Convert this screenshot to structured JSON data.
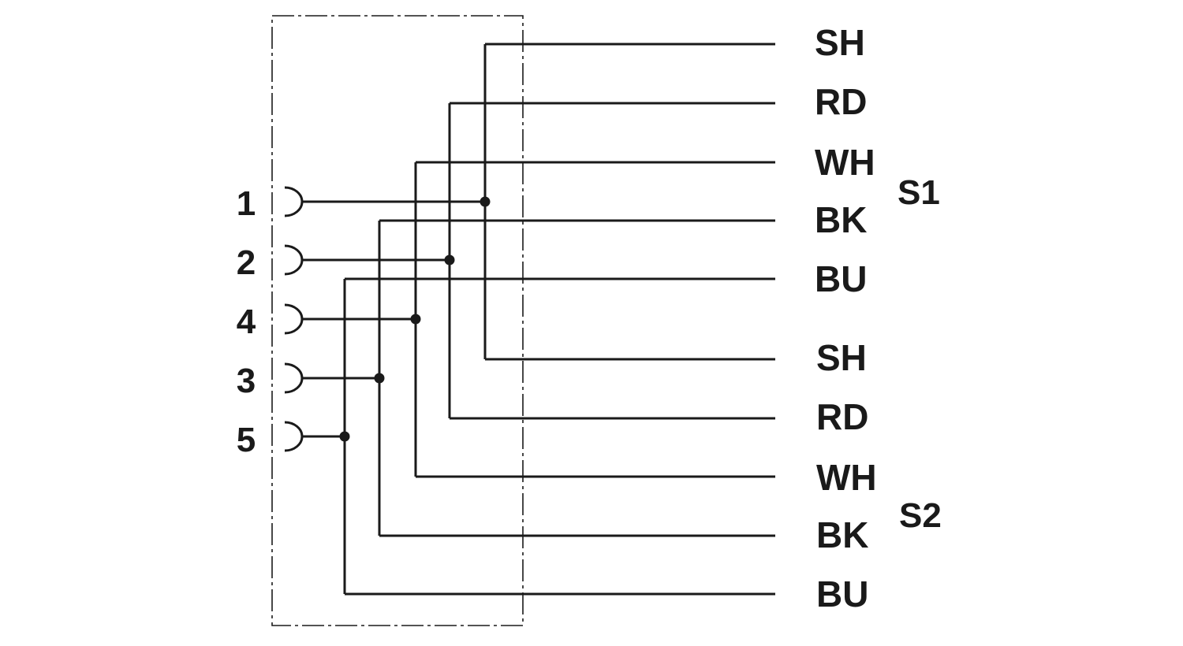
{
  "pins": [
    "1",
    "2",
    "4",
    "3",
    "5"
  ],
  "groups": [
    {
      "label": "S1",
      "wires": [
        "SH",
        "RD",
        "WH",
        "BK",
        "BU"
      ]
    },
    {
      "label": "S2",
      "wires": [
        "SH",
        "RD",
        "WH",
        "BK",
        "BU"
      ]
    }
  ],
  "connections": [
    {
      "pin": "1",
      "wire": "SH"
    },
    {
      "pin": "2",
      "wire": "RD"
    },
    {
      "pin": "4",
      "wire": "WH"
    },
    {
      "pin": "3",
      "wire": "BK"
    },
    {
      "pin": "5",
      "wire": "BU"
    }
  ],
  "colors": {
    "line": "#1a1a1a",
    "background": "#ffffff"
  }
}
